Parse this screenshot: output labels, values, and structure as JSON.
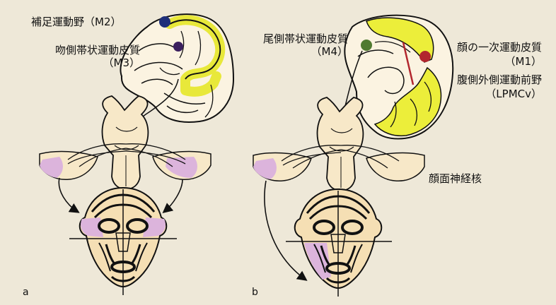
{
  "panels": {
    "a": "a",
    "b": "b"
  },
  "labels": {
    "sma": "補足運動野（M2）",
    "rcma_1": "吻側帯状運動皮質",
    "rcma_2": "（M3）",
    "ccma_1": "尾側帯状運動皮質",
    "ccma_2": "（M4）",
    "m1_1": "顔の一次運動皮質",
    "m1_2": "（M1）",
    "lpmcv_1": "腹側外側運動前野",
    "lpmcv_2": "（LPMCv）",
    "facial_nucleus": "顔面神経核"
  },
  "colors": {
    "background": "#eee8d8",
    "brain_fill": "#fbf3e1",
    "cortex_yellow": "#ecee3a",
    "sma_dot": "#1e2f7a",
    "rcma_dot": "#3b1f5e",
    "ccma_dot": "#4f7a30",
    "m1_dot": "#b2262e",
    "nucleus_pink": "#dcb4dc",
    "skin": "#f5dfb4"
  }
}
